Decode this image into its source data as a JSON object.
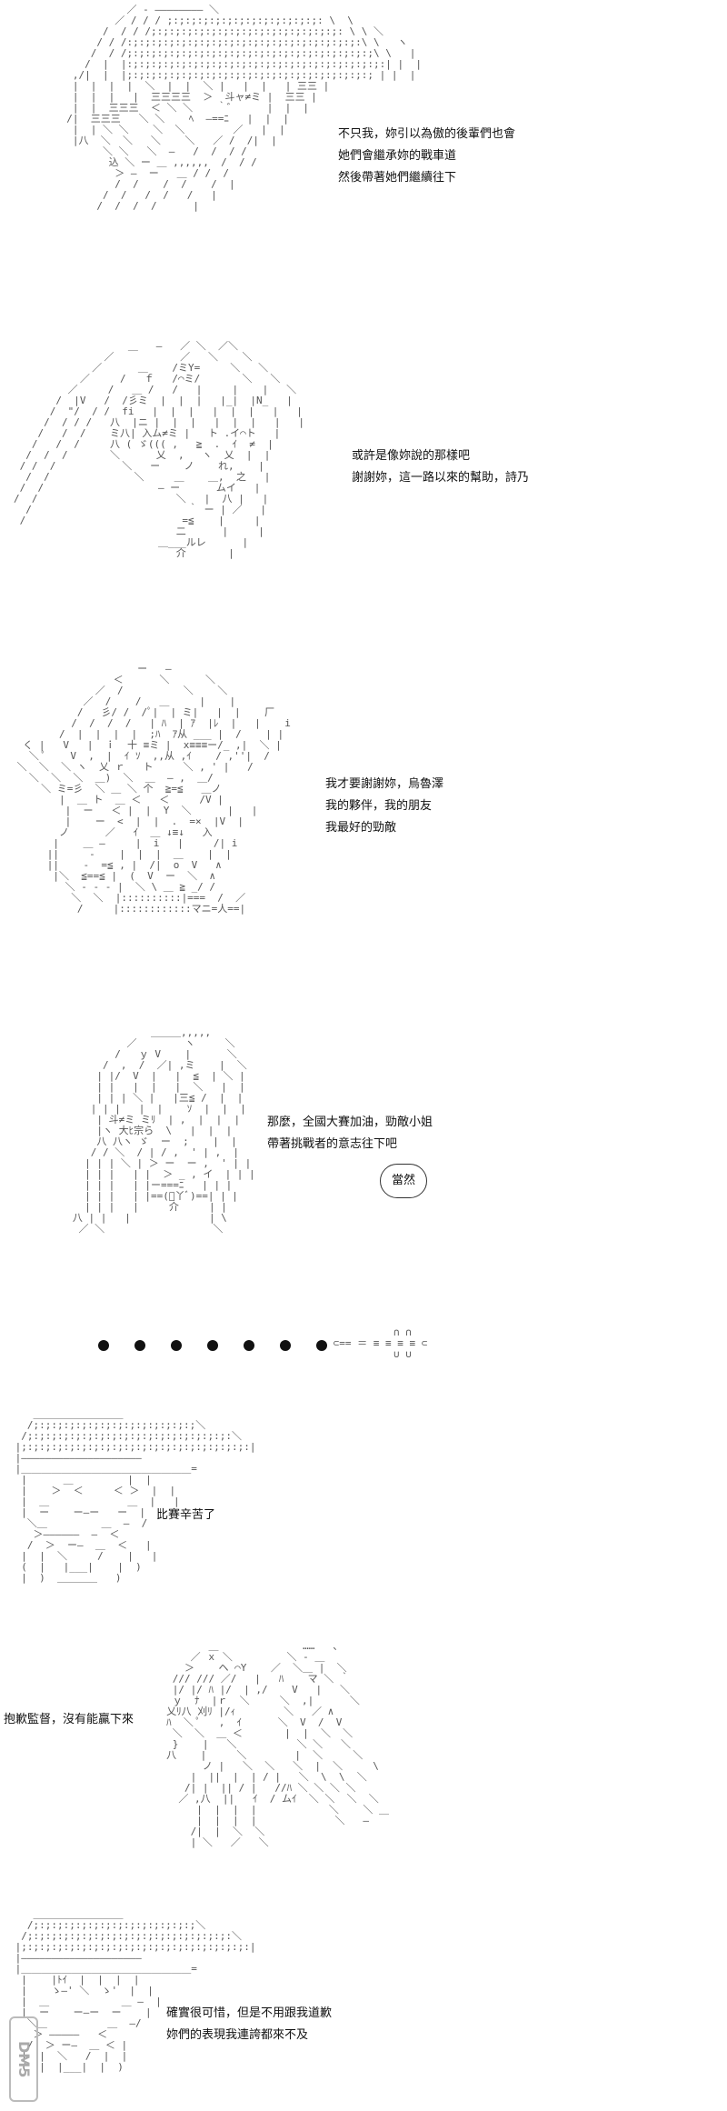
{
  "panels": [
    {
      "lines": [
        "不只我，妳引以為傲的後輩們也會",
        "她們會繼承妳的戰車道",
        "然後帶著她們繼續往下"
      ]
    },
    {
      "lines": [
        "或許是像妳說的那樣吧",
        "謝謝妳，這一路以來的幫助，詩乃"
      ]
    },
    {
      "lines": [
        "我才要謝謝妳，烏魯澤",
        "我的夥伴，我的朋友",
        "我最好的勁敵"
      ]
    },
    {
      "lines": [
        "那麼，全國大賽加油，勁敵小姐",
        "帶著挑戰者的意志往下吧"
      ],
      "bubble": "當然"
    },
    {
      "lines": []
    },
    {
      "lines": [
        "比賽辛苦了"
      ]
    },
    {
      "lines": [
        "抱歉監督，沒有能贏下來"
      ]
    },
    {
      "lines": [
        "確實很可惜，但是不用跟我道歉",
        "妳們的表現我連誇都來不及"
      ]
    }
  ],
  "watermark": "DM5"
}
